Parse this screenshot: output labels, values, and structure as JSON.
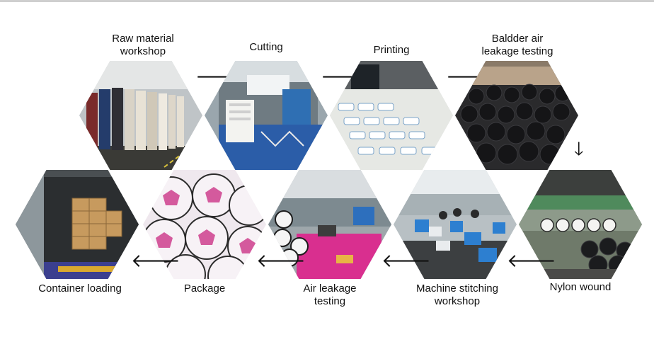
{
  "steps": [
    {
      "label": "Raw material\nworkshop"
    },
    {
      "label": "Cutting"
    },
    {
      "label": "Printing"
    },
    {
      "label": "Baldder air\nleakage testing"
    },
    {
      "label": "Nylon wound"
    },
    {
      "label": "Machine stitching\nworkshop"
    },
    {
      "label": "Air leakage\ntesting"
    },
    {
      "label": "Package"
    },
    {
      "label": "Container loading"
    }
  ],
  "arrows": {
    "right": "🡒",
    "down": "🡓",
    "left": "🡐"
  }
}
